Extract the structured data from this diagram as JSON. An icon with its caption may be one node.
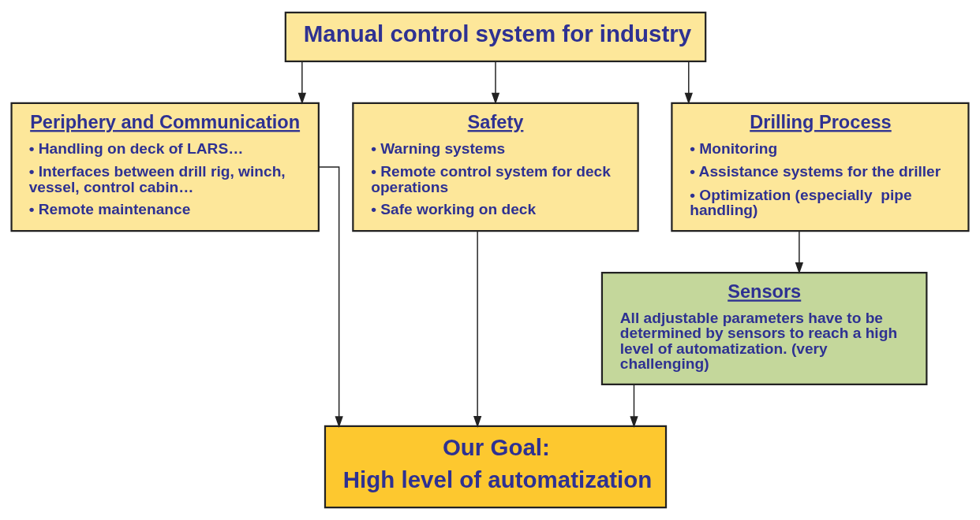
{
  "diagram": {
    "nodes": [
      {
        "text": [
          "Manual control system for industry"
        ]
      },
      {
        "text": [
          "Periphery and Communication",
          "• Handling on deck of LARS…",
          "• Interfaces between drill rig, winch, vessel, control cabin…",
          "• Remote maintenance"
        ]
      },
      {
        "text": [
          "Safety",
          "• Warning systems",
          "• Remote control system for deck operations",
          "• Safe working on deck"
        ]
      },
      {
        "text": [
          "Drilling Process",
          "• Monitoring",
          "• Assistance systems for the driller",
          "• Optimization (especially  pipe handling)"
        ]
      },
      {
        "text": [
          "Sensors",
          "All adjustable parameters have to be determined by sensors to reach a high level of automatization. (very challenging)"
        ]
      },
      {
        "text": [
          "Our Goal:",
          "High level of automatization"
        ]
      }
    ],
    "edges": [
      {
        "from": 0,
        "to": 1,
        "arrow": "to"
      },
      {
        "from": 0,
        "to": 2,
        "arrow": "to"
      },
      {
        "from": 0,
        "to": 3,
        "arrow": "to"
      },
      {
        "from": 3,
        "to": 4,
        "arrow": "to"
      },
      {
        "from": 1,
        "to": 5,
        "arrow": "to"
      },
      {
        "from": 2,
        "to": 5,
        "arrow": "to"
      },
      {
        "from": 4,
        "to": 5,
        "arrow": "to"
      }
    ]
  }
}
